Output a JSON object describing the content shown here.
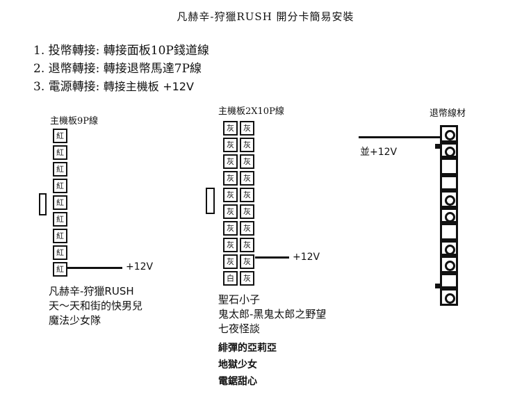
{
  "title": "凡赫辛-狩獵RUSH 開分卡簡易安裝",
  "steps": [
    {
      "num": "1.",
      "label": "投幣轉接:",
      "desc": "轉接面板10P錢道線",
      "extra": ""
    },
    {
      "num": "2.",
      "label": "退幣轉接:",
      "desc": "轉接退幣馬達7P線",
      "extra": ""
    },
    {
      "num": "3.",
      "label": "電源轉接:",
      "desc": "轉接主機板",
      "extra": "+12V"
    }
  ],
  "connector_9p": {
    "label": "主機板9P線",
    "pins": [
      "紅",
      "紅",
      "紅",
      "紅",
      "紅",
      "紅",
      "紅",
      "紅",
      "紅"
    ],
    "wire_label": "+12V"
  },
  "connector_2x10p": {
    "label": "主機板2X10P線",
    "rows": [
      [
        "灰",
        "灰"
      ],
      [
        "灰",
        "灰"
      ],
      [
        "灰",
        "灰"
      ],
      [
        "灰",
        "灰"
      ],
      [
        "灰",
        "灰"
      ],
      [
        "灰",
        "灰"
      ],
      [
        "灰",
        "灰"
      ],
      [
        "灰",
        "灰"
      ],
      [
        "灰",
        "灰"
      ],
      [
        "白",
        "灰"
      ]
    ],
    "wire_label": "+12V"
  },
  "coin_out": {
    "label": "退幣線材",
    "wire_label": "並+12V"
  },
  "games_left": [
    "凡赫辛-狩獵RUSH",
    "天～天和街的快男兒",
    "魔法少女隊"
  ],
  "games_middle": [
    "聖石小子",
    "鬼太郎-黑鬼太郎之野望",
    "七夜怪談"
  ],
  "games_bold": [
    "緋彈的亞莉亞",
    "地獄少女",
    "電鋸甜心"
  ]
}
